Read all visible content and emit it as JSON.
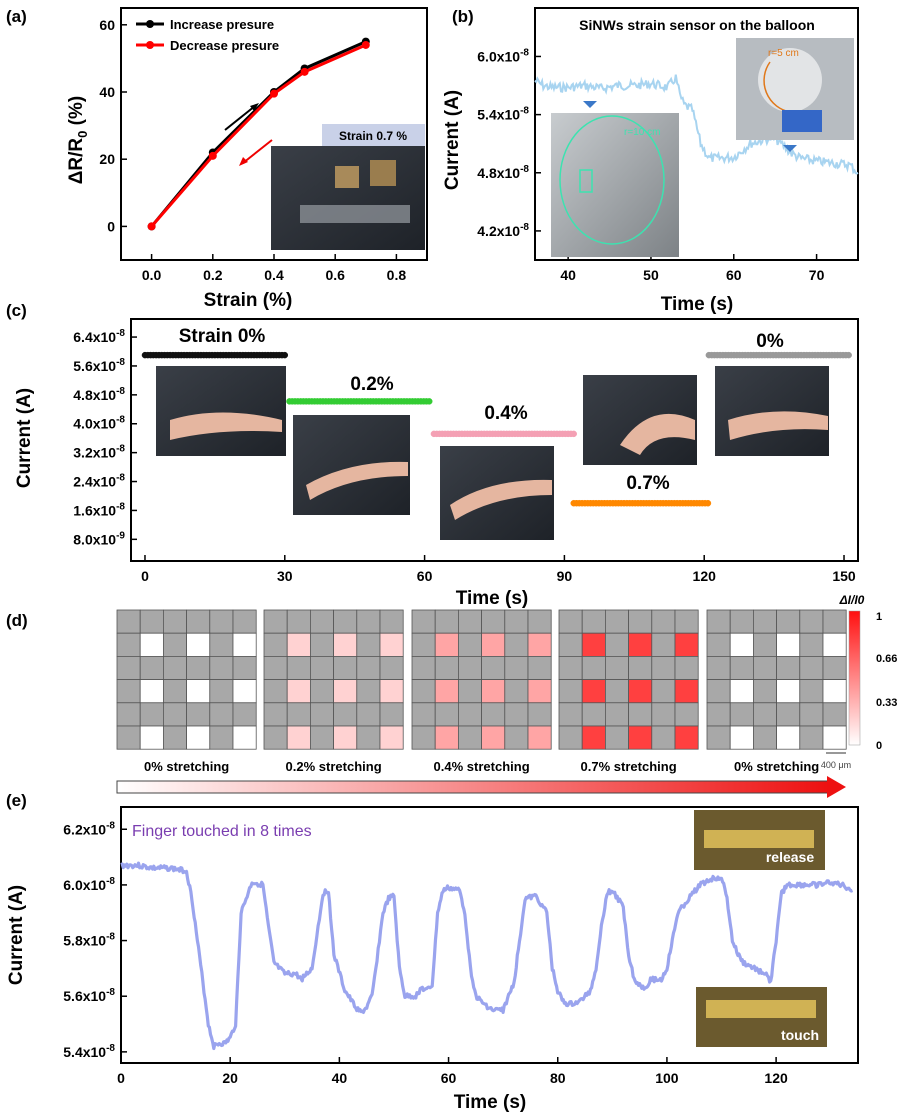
{
  "chart_data": [
    {
      "panel": "(a)",
      "type": "line",
      "xlabel": "Strain (%)",
      "ylabel": "ΔR/R0 (%)",
      "xlim": [
        -0.1,
        0.9
      ],
      "ylim": [
        -10,
        65
      ],
      "xticks": [
        "0.0",
        "0.2",
        "0.4",
        "0.6",
        "0.8"
      ],
      "yticks": [
        "0",
        "20",
        "40",
        "60"
      ],
      "series": [
        {
          "name": "Increase presure",
          "color": "#000000",
          "x": [
            0,
            0.2,
            0.4,
            0.5,
            0.7
          ],
          "y": [
            0,
            22,
            40,
            47,
            55
          ]
        },
        {
          "name": "Decrease presure",
          "color": "#ff0000",
          "x": [
            0,
            0.2,
            0.4,
            0.5,
            0.7
          ],
          "y": [
            0,
            21,
            39.5,
            46,
            54
          ]
        }
      ],
      "legend": "top-left",
      "inset_label": "Strain 0.7 %"
    },
    {
      "panel": "(b)",
      "type": "line",
      "title": "SiNWs strain sensor on the balloon",
      "xlabel": "Time (s)",
      "ylabel": "Current (A)",
      "xlim": [
        36,
        75
      ],
      "ylim": [
        3.9e-08,
        6.5e-08
      ],
      "xticks": [
        "40",
        "50",
        "60",
        "70"
      ],
      "yticks": [
        "4.2x10-8",
        "4.8x10-8",
        "5.4x10-8",
        "6.0x10-8"
      ],
      "series": [
        {
          "color": "#a8d4f0",
          "x": [
            36,
            37,
            38,
            40,
            42,
            44,
            46,
            48,
            50,
            52,
            53,
            53.5,
            54,
            55,
            56,
            57,
            58,
            60,
            62,
            64,
            65,
            66,
            67,
            68,
            70,
            72,
            74,
            75
          ],
          "y": [
            5.75e-08,
            5.7e-08,
            5.68e-08,
            5.68e-08,
            5.7e-08,
            5.67e-08,
            5.7e-08,
            5.7e-08,
            5.72e-08,
            5.68e-08,
            5.78e-08,
            5.6e-08,
            5.5e-08,
            5.45e-08,
            5.1e-08,
            4.95e-08,
            4.95e-08,
            4.96e-08,
            5.1e-08,
            5.15e-08,
            5.15e-08,
            5.08e-08,
            5e-08,
            4.95e-08,
            4.92e-08,
            4.9e-08,
            4.88e-08,
            4.8e-08
          ]
        }
      ],
      "inset_labels": [
        "r=10 cm",
        "r=5 cm"
      ]
    },
    {
      "panel": "(c)",
      "type": "scatter",
      "xlabel": "Time (s)",
      "ylabel": "Current (A)",
      "xlim": [
        -3,
        153
      ],
      "ylim": [
        2e-09,
        6.9e-08
      ],
      "xticks": [
        "0",
        "30",
        "60",
        "90",
        "120",
        "150"
      ],
      "yticks": [
        "8.0x10-9",
        "1.6x10-8",
        "2.4x10-8",
        "3.2x10-8",
        "4.0x10-8",
        "4.8x10-8",
        "5.6x10-8",
        "6.4x10-8"
      ],
      "series": [
        {
          "color": "#111111",
          "x_range": [
            0,
            30
          ],
          "y": 5.9e-08,
          "label": "Strain 0%"
        },
        {
          "color": "#33cc33",
          "x_range": [
            31,
            61
          ],
          "y": 4.62e-08,
          "label": "0.2%"
        },
        {
          "color": "#f4a0b4",
          "x_range": [
            62,
            92
          ],
          "y": 3.72e-08,
          "label": "0.4%"
        },
        {
          "color": "#ff8800",
          "x_range": [
            92,
            121
          ],
          "y": 1.8e-08,
          "label": "0.7%"
        },
        {
          "color": "#999999",
          "x_range": [
            121,
            151
          ],
          "y": 5.9e-08,
          "label": "0%"
        }
      ]
    },
    {
      "panel": "(d)",
      "type": "heatmap",
      "colorbar_title": "ΔI/I0",
      "colorbar_ticks": [
        "1",
        "0.66",
        "0.33",
        "0"
      ],
      "scale_bar": "400 μm",
      "grids": [
        {
          "label": "0% stretching",
          "value": 0.0
        },
        {
          "label": "0.2% stretching",
          "value": 0.2
        },
        {
          "label": "0.4% stretching",
          "value": 0.4
        },
        {
          "label": "0.7% stretching",
          "value": 0.85
        },
        {
          "label": "0% stretching",
          "value": 0.0
        }
      ]
    },
    {
      "panel": "(e)",
      "type": "line",
      "xlabel": "Time (s)",
      "ylabel": "Current (A)",
      "xlim": [
        0,
        135
      ],
      "ylim": [
        5.36e-08,
        6.28e-08
      ],
      "xticks": [
        "0",
        "20",
        "40",
        "60",
        "80",
        "100",
        "120"
      ],
      "yticks": [
        "5.4x10-8",
        "5.6x10-8",
        "5.8x10-8",
        "6.0x10-8",
        "6.2x10-8"
      ],
      "annotation": "Finger touched in 8 times",
      "inset_labels": [
        "release",
        "touch"
      ],
      "series": [
        {
          "color": "#9aa4ee",
          "x": [
            0,
            3,
            6,
            9,
            12,
            13,
            14,
            15,
            16,
            17,
            18,
            19,
            20,
            21,
            22,
            24,
            26,
            27,
            28,
            30,
            32,
            33,
            34,
            35,
            37,
            38,
            39,
            41,
            43,
            44,
            45,
            46,
            48,
            49,
            50,
            51,
            52,
            54,
            55,
            56,
            57,
            58,
            59,
            60,
            62,
            63,
            64,
            65,
            66,
            68,
            70,
            71,
            72,
            73,
            74,
            76,
            78,
            79,
            80,
            81,
            82,
            84,
            86,
            87,
            88,
            89,
            90,
            92,
            93,
            94,
            95,
            96,
            97,
            99,
            100,
            101,
            102,
            104,
            106,
            108,
            110,
            111,
            112,
            113,
            114,
            116,
            118,
            119,
            120,
            121,
            122,
            125,
            128,
            130,
            132,
            134
          ],
          "y": [
            6.07e-08,
            6.07e-08,
            6.06e-08,
            6.06e-08,
            6.05e-08,
            5.95e-08,
            5.8e-08,
            5.65e-08,
            5.5e-08,
            5.42e-08,
            5.43e-08,
            5.43e-08,
            5.45e-08,
            5.5e-08,
            5.9e-08,
            6.01e-08,
            6e-08,
            5.85e-08,
            5.72e-08,
            5.68e-08,
            5.68e-08,
            5.66e-08,
            5.68e-08,
            5.7e-08,
            5.97e-08,
            5.98e-08,
            5.75e-08,
            5.62e-08,
            5.56e-08,
            5.54e-08,
            5.56e-08,
            5.6e-08,
            5.9e-08,
            5.95e-08,
            5.96e-08,
            5.7e-08,
            5.6e-08,
            5.6e-08,
            5.63e-08,
            5.62e-08,
            5.64e-08,
            5.9e-08,
            5.98e-08,
            5.99e-08,
            5.98e-08,
            5.9e-08,
            5.7e-08,
            5.6e-08,
            5.58e-08,
            5.55e-08,
            5.55e-08,
            5.6e-08,
            5.65e-08,
            5.8e-08,
            5.95e-08,
            5.96e-08,
            5.9e-08,
            5.7e-08,
            5.62e-08,
            5.58e-08,
            5.57e-08,
            5.58e-08,
            5.62e-08,
            5.7e-08,
            5.85e-08,
            5.97e-08,
            5.98e-08,
            5.92e-08,
            5.75e-08,
            5.66e-08,
            5.64e-08,
            5.63e-08,
            5.66e-08,
            5.66e-08,
            5.7e-08,
            5.8e-08,
            5.9e-08,
            5.95e-08,
            6e-08,
            6.02e-08,
            6.03e-08,
            5.95e-08,
            5.8e-08,
            5.75e-08,
            5.72e-08,
            5.7e-08,
            5.68e-08,
            5.65e-08,
            5.8e-08,
            5.97e-08,
            6e-08,
            6e-08,
            6e-08,
            6.01e-08,
            6e-08,
            5.98e-08
          ]
        }
      ]
    }
  ]
}
